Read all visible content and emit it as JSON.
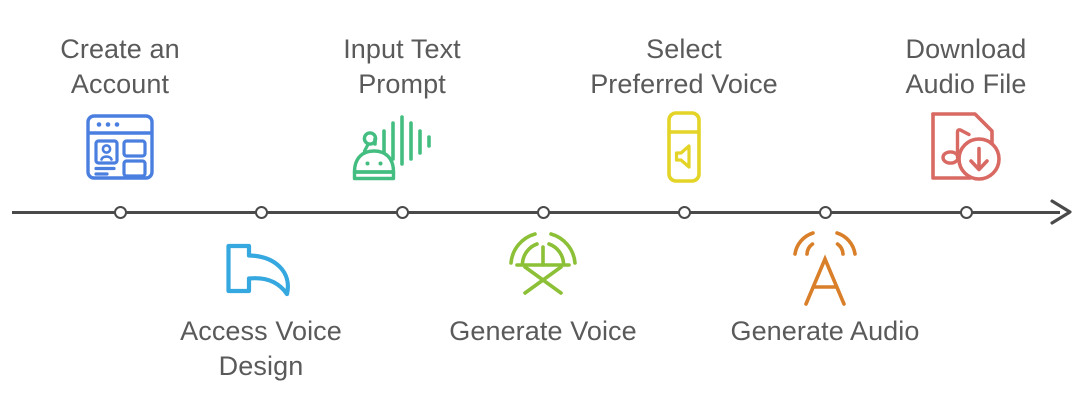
{
  "graphic": {
    "type": "horizontal-timeline-infographic",
    "orientation": "left-to-right",
    "text_color": "#5a5a5a",
    "axis_color": "#4a4a4a",
    "background": "#ffffff"
  },
  "timeline": {
    "marker_count": 7,
    "arrow_end": "right"
  },
  "steps": [
    {
      "index": 1,
      "label": "Create an\nAccount",
      "position": "above",
      "icon": "browser-profile-card-icon",
      "color": "#4a7fe0"
    },
    {
      "index": 2,
      "label": "Access Voice\nDesign",
      "position": "below",
      "icon": "curved-share-arrow-icon",
      "color": "#36a8e0"
    },
    {
      "index": 3,
      "label": "Input Text\nPrompt",
      "position": "above",
      "icon": "robot-voice-waveform-icon",
      "color": "#44bd80"
    },
    {
      "index": 4,
      "label": "Generate Voice",
      "position": "below",
      "icon": "broadcast-tower-icon",
      "color": "#8cc036"
    },
    {
      "index": 5,
      "label": "Select\nPreferred Voice",
      "position": "above",
      "icon": "speaker-device-icon",
      "color": "#e3d427"
    },
    {
      "index": 6,
      "label": "Generate Audio",
      "position": "below",
      "icon": "letter-a-sound-waves-icon",
      "color": "#d97f29"
    },
    {
      "index": 7,
      "label": "Download\nAudio File",
      "position": "above",
      "icon": "audio-file-download-icon",
      "color": "#d96a63"
    }
  ]
}
